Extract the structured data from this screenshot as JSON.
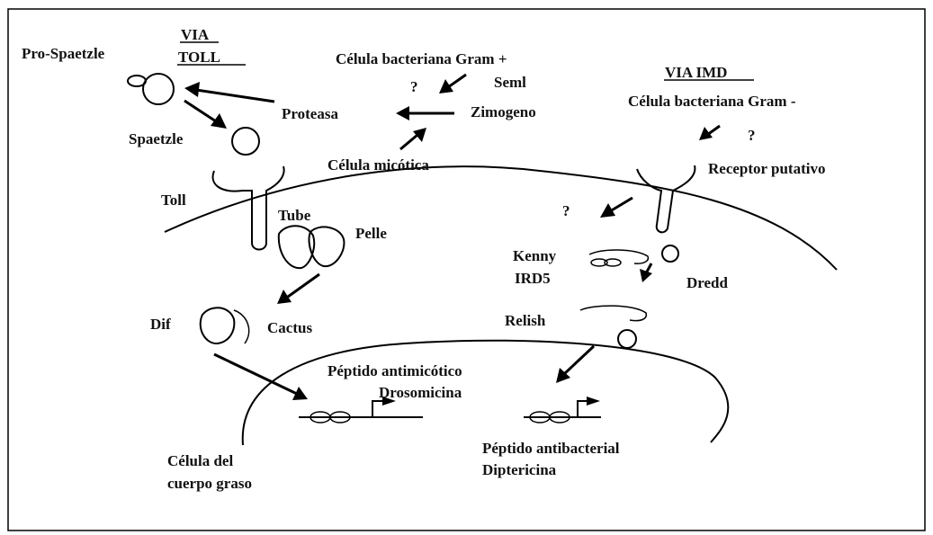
{
  "labels": {
    "via_toll_1": "VIA",
    "via_toll_2": "TOLL",
    "pro_spaetzle": "Pro-Spaetzle",
    "gram_pos": "Célula bacteriana Gram +",
    "seml": "Seml",
    "q1": "?",
    "via_imd": "VIA IMD",
    "gram_neg": "Célula bacteriana Gram -",
    "proteasa": "Proteasa",
    "zimogeno": "Zimogeno",
    "spaetzle": "Spaetzle",
    "q2": "?",
    "celula_micotica": "Célula micótica",
    "receptor": "Receptor putativo",
    "toll": "Toll",
    "tube": "Tube",
    "q3": "?",
    "pelle": "Pelle",
    "kenny": "Kenny",
    "ird5": "IRD5",
    "dredd": "Dredd",
    "dif": "Dif",
    "cactus": "Cactus",
    "relish": "Relish",
    "peptido_antimicotico": "Péptido antimicótico",
    "drosomicina": "Drosomicina",
    "peptido_antibacterial": "Péptido antibacterial",
    "diptericina": "Diptericina",
    "celula_del": "Célula del",
    "cuerpo_graso": "cuerpo graso"
  },
  "colors": {
    "ink": "#000000",
    "background": "#ffffff"
  }
}
